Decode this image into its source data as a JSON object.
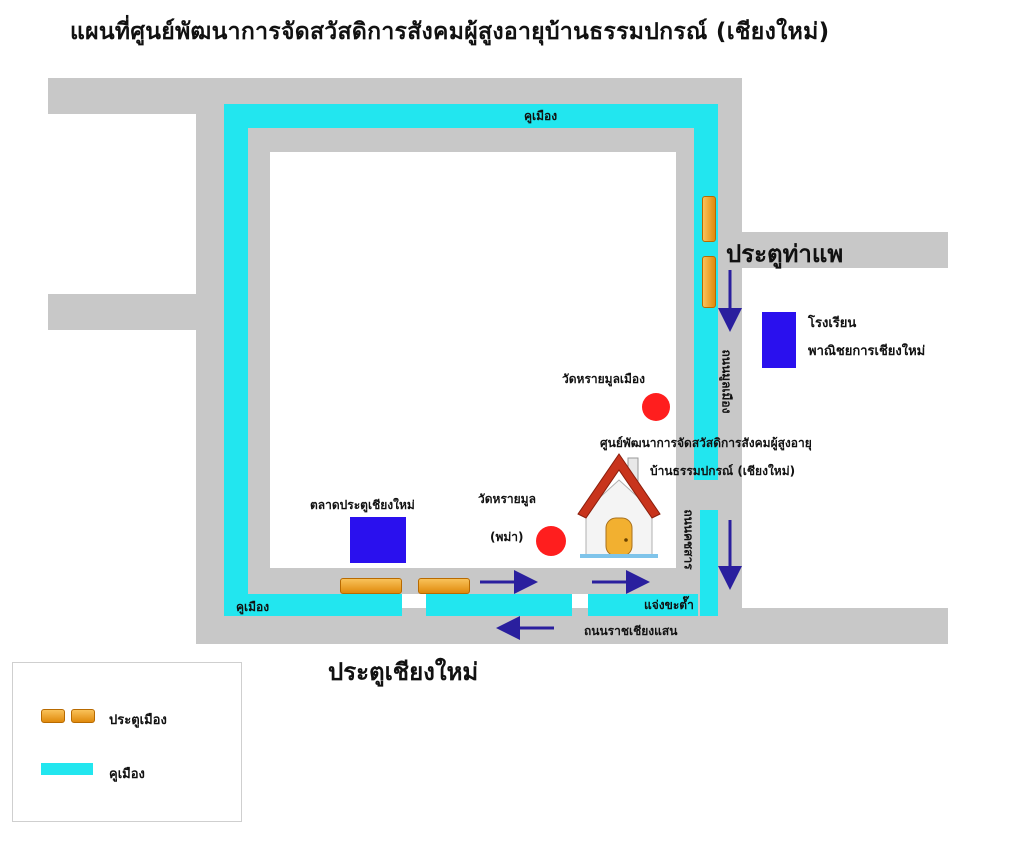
{
  "map": {
    "title": "แผนที่ศูนย์พัฒนาการจัดสวัสดิการสังคมผู้สูงอายุบ้านธรรมปกรณ์ (เชียงใหม่)",
    "labels": {
      "moat_top": "คูเมือง",
      "moat_bottom_left": "คูเมือง",
      "tha_phae_gate": "ประตูท่าแพ",
      "school_line1": "โรงเรียน",
      "school_line2": "พาณิชยการเชียงใหม่",
      "road_vertical": "ถนนมูลเมือง",
      "wat_muang": "วัดหรายมูลเมือง",
      "center_line1": "ศูนย์พัฒนาการจัดสวัสดิการสังคมผู้สูงอายุ",
      "center_line2": "บ้านธรรมปกรณ์ (เชียงใหม่)",
      "market": "ตลาดประตูเชียงใหม่",
      "wat_mon_line1": "วัดหรายมูล",
      "wat_mon_line2": "(พม่า)",
      "corner_road": "ถนนคชสาร",
      "jaeng": "แจ่งขะต๊ำ",
      "road_bottom": "ถนนราชเชียงแสน",
      "chiangmai_gate": "ประตูเชียงใหม่"
    },
    "colors": {
      "road": "#c8c8c8",
      "moat": "#22e6ef",
      "landmark_block": "#2a10ee",
      "temple_dot": "#ff1e1e",
      "arrow": "#2a1f9e",
      "gate": "#f0a020"
    },
    "icons": [
      "house-icon"
    ]
  },
  "legend": {
    "gate_label": "ประตูเมือง",
    "moat_label": "คูเมือง"
  }
}
